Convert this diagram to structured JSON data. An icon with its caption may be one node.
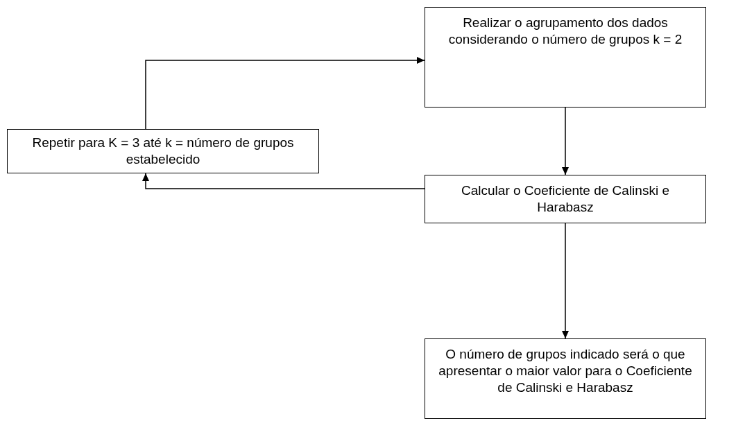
{
  "diagram": {
    "nodes": [
      {
        "text": [
          "Realizar o agrupamento dos dados considerando o número de grupos k = 2"
        ]
      },
      {
        "text": [
          "Repetir para K = 3 até k = número de grupos estabelecido"
        ]
      },
      {
        "text": [
          "Calcular o Coeficiente de Calinski e Harabasz"
        ]
      },
      {
        "text": [
          "O número de grupos indicado será o que apresentar o maior valor para o Coeficiente de Calinski e Harabasz"
        ]
      }
    ],
    "edges": [
      {
        "from": 0,
        "to": 2,
        "arrow": "to"
      },
      {
        "from": 2,
        "to": 1,
        "arrow": "to"
      },
      {
        "from": 1,
        "to": 0,
        "arrow": "to"
      },
      {
        "from": 2,
        "to": 3,
        "arrow": "to"
      }
    ]
  }
}
